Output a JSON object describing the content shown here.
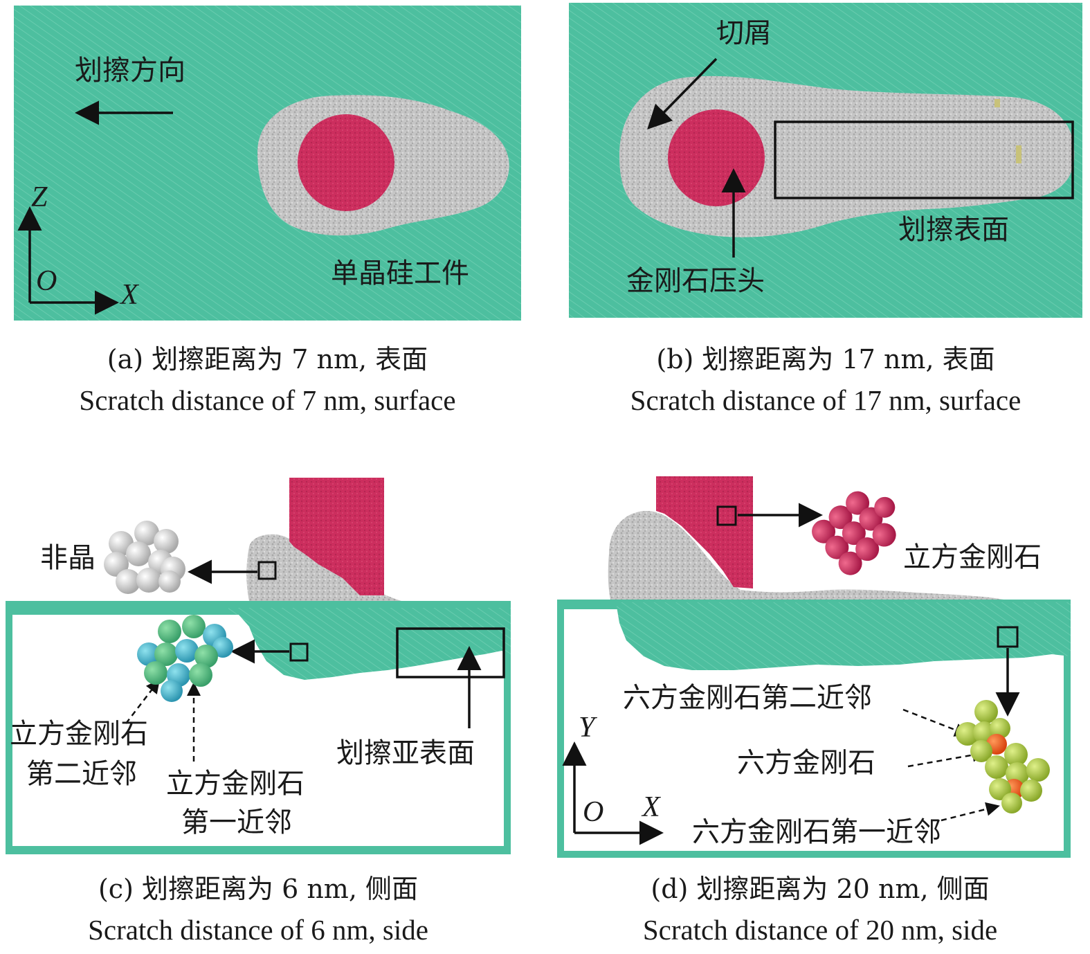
{
  "figure": {
    "panel_a": {
      "caption_cn": "(a) 划擦距离为 7 nm, 表面",
      "caption_en": "Scratch distance of 7 nm, surface",
      "label_direction": "划擦方向",
      "label_workpiece": "单晶硅工件",
      "axis_vertical": "Z",
      "axis_origin": "O",
      "axis_horizontal": "X"
    },
    "panel_b": {
      "caption_cn": "(b) 划擦距离为 17 nm, 表面",
      "caption_en": "Scratch distance of 17 nm, surface",
      "label_chip": "切屑",
      "label_indenter": "金刚石压头",
      "label_surface": "划擦表面"
    },
    "panel_c": {
      "caption_cn": "(c) 划擦距离为 6 nm, 侧面",
      "caption_en": "Scratch distance of 6 nm, side",
      "label_amorphous": "非晶",
      "label_second_neighbor_line1": "立方金刚石",
      "label_second_neighbor_line2": "第二近邻",
      "label_first_neighbor_line1": "立方金刚石",
      "label_first_neighbor_line2": "第一近邻",
      "label_subsurface": "划擦亚表面"
    },
    "panel_d": {
      "caption_cn": "(d) 划擦距离为 20 nm, 侧面",
      "caption_en": "Scratch distance of 20 nm, side",
      "label_cubic_diamond": "立方金刚石",
      "label_hex_second": "六方金刚石第二近邻",
      "label_hex": "六方金刚石",
      "label_hex_first": "六方金刚石第一近邻",
      "axis_vertical": "Y",
      "axis_origin": "O",
      "axis_horizontal": "X"
    },
    "colors": {
      "silicon": "#4dbf9f",
      "amorphous": "#c9c9c9",
      "diamond": "#cc2e5e",
      "hexagonal": "#a6c63a",
      "hex_core": "#e8561e",
      "cubic_neighbor": "#3fb8c8"
    }
  }
}
